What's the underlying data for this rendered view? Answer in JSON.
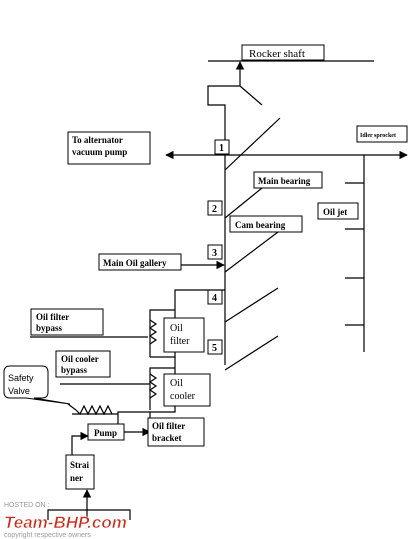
{
  "diagram": {
    "rocker_shaft": "Rocker shaft",
    "alternator_line1": "To alternator",
    "alternator_line2": "vacuum pump",
    "idler_sprocket": "Idler sprocket",
    "main_bearing": "Main bearing",
    "cam_bearing": "Cam bearing",
    "oil_jet": "Oil jet",
    "main_oil_gallery": "Main Oil gallery",
    "oil_filter_bypass_line1": "Oil filter",
    "oil_filter_bypass_line2": "bypass",
    "oil_filter_line1": "Oil",
    "oil_filter_line2": "filter",
    "oil_cooler_bypass_line1": "Oil cooler",
    "oil_cooler_bypass_line2": "bypass",
    "oil_cooler_line1": "Oil",
    "oil_cooler_line2": "cooler",
    "safety_valve_line1": "Safety",
    "safety_valve_line2": "Valve",
    "pump": "Pump",
    "oil_filter_bracket_line1": "Oil filter",
    "oil_filter_bracket_line2": "bracket",
    "strainer_line1": "Strai",
    "strainer_line2": "ner",
    "points": [
      "1",
      "2",
      "3",
      "4",
      "5"
    ]
  },
  "watermark": {
    "hosted_on": "HOSTED ON :",
    "brand": "Team-BHP.com",
    "copyright": "copyright respective owners"
  },
  "colors": {
    "line": "#000000",
    "watermark_red": "#cc2a1a",
    "watermark_gray": "#9a9a9a"
  }
}
